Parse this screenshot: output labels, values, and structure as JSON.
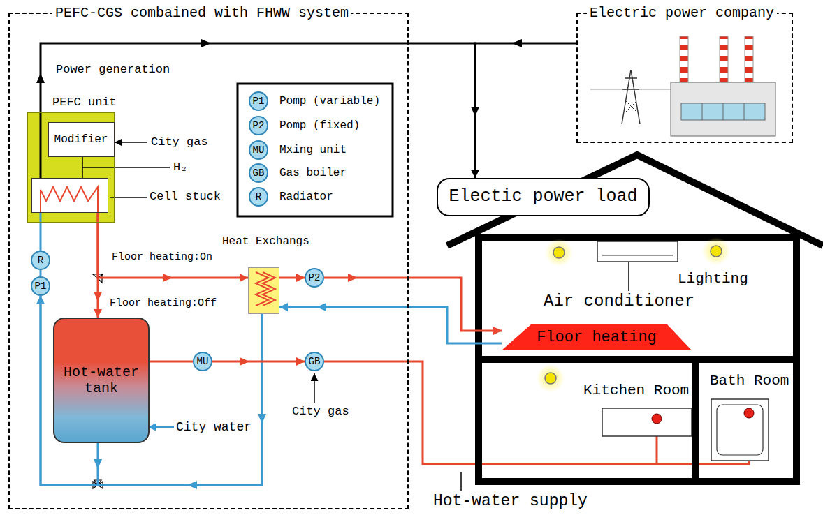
{
  "diagram": {
    "nodes": [
      {
        "text": [
          "PEFC-CGS combained with FHWW system"
        ]
      },
      {
        "text": [
          "Electric power company"
        ]
      },
      {
        "text": [
          "PEFC unit"
        ],
        "in": 0
      },
      {
        "text": [
          "Modifier"
        ],
        "in": 2
      },
      {
        "text": [
          "Cell stuck"
        ],
        "in": 2
      },
      {
        "text": [
          "R"
        ],
        "in": 0
      },
      {
        "text": [
          "P1"
        ],
        "in": 0
      },
      {
        "text": [
          "Heat Exchangs"
        ],
        "in": 0
      },
      {
        "text": [
          "P2"
        ],
        "in": 0
      },
      {
        "text": [
          "Hot-water tank"
        ],
        "in": 0
      },
      {
        "text": [
          "MU"
        ],
        "in": 0
      },
      {
        "text": [
          "GB"
        ],
        "in": 0
      },
      {
        "text": [
          "Electic power load"
        ]
      },
      {
        "text": [
          "Floor heating"
        ]
      }
    ],
    "edges": [
      {
        "from": 4,
        "to": 12,
        "arrow": "to"
      },
      {
        "from": 1,
        "to": 12,
        "arrow": "to"
      },
      {
        "from": 4,
        "to": 9,
        "arrow": "to"
      },
      {
        "from": 4,
        "to": 7,
        "arrow": "to"
      },
      {
        "from": 7,
        "to": 8,
        "arrow": "to"
      },
      {
        "from": 8,
        "to": 13,
        "arrow": "to"
      },
      {
        "from": 13,
        "to": 7,
        "arrow": "to"
      },
      {
        "from": 7,
        "to": 6,
        "arrow": "to"
      },
      {
        "from": 9,
        "to": 6,
        "arrow": "to"
      },
      {
        "from": 6,
        "to": 5,
        "arrow": "none"
      },
      {
        "from": 5,
        "to": 4,
        "arrow": "none"
      },
      {
        "from": 9,
        "to": 10,
        "arrow": "none"
      },
      {
        "from": 10,
        "to": 11,
        "arrow": "to"
      }
    ],
    "labels": [
      "Power generation",
      "City gas",
      "H₂",
      "P1",
      "P2",
      "MU",
      "GB",
      "R",
      "Floor heating:On",
      "Floor heating:Off",
      "City water",
      "City gas",
      "Air conditioner",
      "Lighting",
      "Kitchen Room",
      "Bath Room",
      "Hot-water supply"
    ],
    "legend": [
      {
        "text": "Pomp (variable)"
      },
      {
        "text": "Pomp (fixed)"
      },
      {
        "text": "Mxing unit"
      },
      {
        "text": "Gas boiler"
      },
      {
        "text": "Radiator"
      }
    ]
  }
}
